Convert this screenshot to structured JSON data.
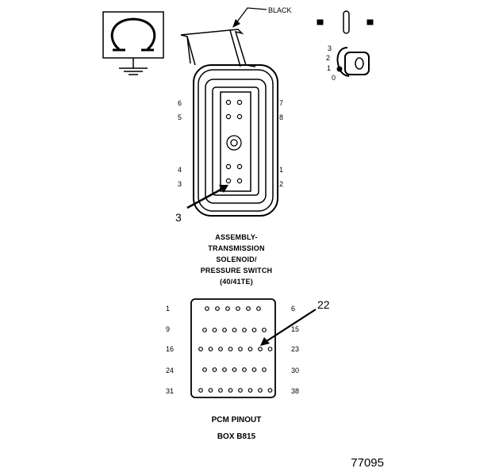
{
  "wire_label": "BLACK",
  "solenoid_connector": {
    "pin_labels_left": [
      "6",
      "5",
      "4",
      "3"
    ],
    "pin_labels_right": [
      "7",
      "8",
      "1",
      "2"
    ],
    "callout": "3"
  },
  "ignition_positions": [
    "3",
    "2",
    "1",
    "0"
  ],
  "solenoid_caption": [
    "ASSEMBLY-",
    "TRANSMISSION",
    "SOLENOID/",
    "PRESSURE SWITCH",
    "(40/41TE)"
  ],
  "pcm": {
    "left_labels": [
      "1",
      "9",
      "16",
      "24",
      "31"
    ],
    "right_labels": [
      "6",
      "15",
      "23",
      "30",
      "38"
    ],
    "callout": "22",
    "title": "PCM PINOUT",
    "subtitle": "BOX B815"
  },
  "figure_number": "77095"
}
